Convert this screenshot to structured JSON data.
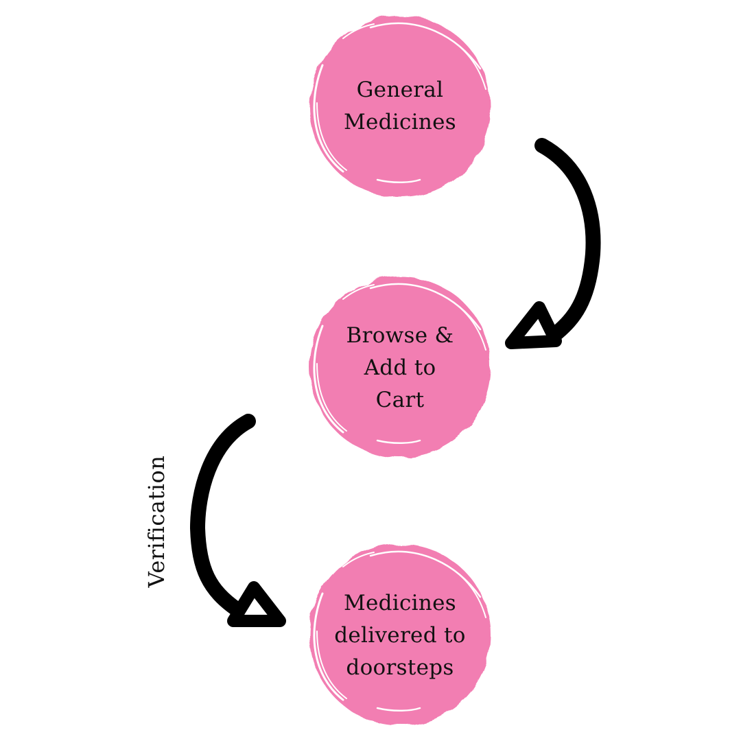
{
  "colors": {
    "node_fill": "#F27EB2",
    "node_brush_highlight": "#FFFFFF",
    "arrow": "#000000",
    "text": "#111111",
    "background": "#FFFFFF"
  },
  "nodes": [
    {
      "id": "general-medicines",
      "label": "General\nMedicines"
    },
    {
      "id": "browse-add-to-cart",
      "label": "Browse &\nAdd to\nCart"
    },
    {
      "id": "medicines-delivered",
      "label": "Medicines\ndelivered to\ndoorsteps"
    }
  ],
  "edges": [
    {
      "from": "general-medicines",
      "to": "browse-add-to-cart",
      "label": ""
    },
    {
      "from": "browse-add-to-cart",
      "to": "medicines-delivered",
      "label": "Verification"
    }
  ]
}
